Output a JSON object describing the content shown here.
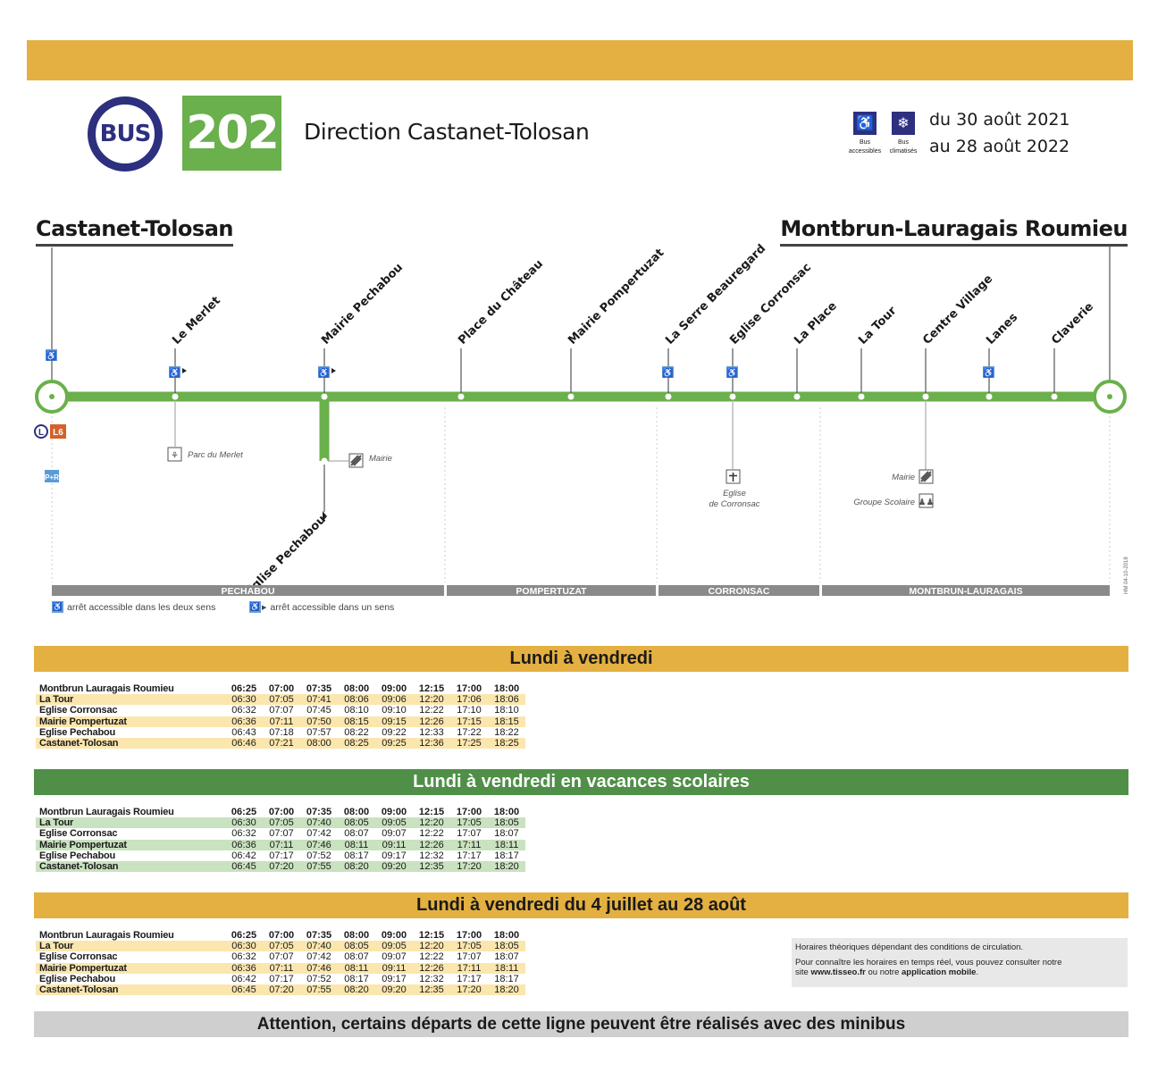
{
  "colors": {
    "accent_yellow": "#e4b041",
    "line_green": "#6ab04c",
    "band_green": "#4f8f47",
    "bus_blue": "#2d2f7f",
    "row_yellow": "#fbe6ae",
    "row_green": "#c9e2bf",
    "grey_bar": "#8a8a8a"
  },
  "header": {
    "bus_logo": "BUS",
    "line_number": "202",
    "direction": "Direction Castanet-Tolosan",
    "services": [
      {
        "icon": "wheelchair-icon",
        "label_1": "Bus",
        "label_2": "accessibles"
      },
      {
        "icon": "snowflake-icon",
        "label_1": "Bus",
        "label_2": "climatisés"
      }
    ],
    "validity_line_1": "du 30 août 2021",
    "validity_line_2": "au 28 août 2022"
  },
  "map": {
    "terminus_left": "Castanet-Tolosan",
    "terminus_right": "Montbrun-Lauragais Roumieu",
    "stops": [
      {
        "name": "Le Merlet",
        "access": "one"
      },
      {
        "name": "Mairie Pechabou",
        "access": "one"
      },
      {
        "name": "Place du Château",
        "access": "none"
      },
      {
        "name": "Mairie Pompertuzat",
        "access": "none"
      },
      {
        "name": "La Serre Beauregard",
        "access": "both"
      },
      {
        "name": "Eglise Corronsac",
        "access": "both"
      },
      {
        "name": "La Place",
        "access": "none"
      },
      {
        "name": "La Tour",
        "access": "none"
      },
      {
        "name": "Centre Village",
        "access": "none"
      },
      {
        "name": "Lanes",
        "access": "both"
      },
      {
        "name": "Claverie",
        "access": "none"
      }
    ],
    "branch_stop": "Eglise Pechabou",
    "connections": [
      "L",
      "L6"
    ],
    "park_ride": "P+R",
    "poi": {
      "parc_merlet": "Parc du Merlet",
      "mairie_pechabou": "Mairie",
      "eglise_corronsac": "Eglise de Corronsac",
      "mairie_montbrun": "Mairie",
      "groupe_scolaire": "Groupe Scolaire"
    },
    "communes": [
      "PECHABOU",
      "POMPERTUZAT",
      "CORRONSAC",
      "MONTBRUN-LAURAGAIS"
    ],
    "side_code": "HM 04-10-2018"
  },
  "legend": {
    "both_dirs": "arrêt accessible dans les deux sens",
    "one_dir": "arrêt accessible dans un sens"
  },
  "timetables": [
    {
      "title": "Lundi à vendredi",
      "style": "yellow",
      "header_stop": "Montbrun Lauragais Roumieu",
      "header_times": [
        "06:25",
        "07:00",
        "07:35",
        "08:00",
        "09:00",
        "12:15",
        "17:00",
        "18:00"
      ],
      "rows": [
        {
          "stop": "La Tour",
          "times": [
            "06:30",
            "07:05",
            "07:41",
            "08:06",
            "09:06",
            "12:20",
            "17:06",
            "18:06"
          ]
        },
        {
          "stop": "Eglise Corronsac",
          "times": [
            "06:32",
            "07:07",
            "07:45",
            "08:10",
            "09:10",
            "12:22",
            "17:10",
            "18:10"
          ]
        },
        {
          "stop": "Mairie Pompertuzat",
          "times": [
            "06:36",
            "07:11",
            "07:50",
            "08:15",
            "09:15",
            "12:26",
            "17:15",
            "18:15"
          ]
        },
        {
          "stop": "Eglise Pechabou",
          "times": [
            "06:43",
            "07:18",
            "07:57",
            "08:22",
            "09:22",
            "12:33",
            "17:22",
            "18:22"
          ]
        },
        {
          "stop": "Castanet-Tolosan",
          "times": [
            "06:46",
            "07:21",
            "08:00",
            "08:25",
            "09:25",
            "12:36",
            "17:25",
            "18:25"
          ]
        }
      ]
    },
    {
      "title": "Lundi à vendredi en vacances scolaires",
      "style": "green",
      "header_stop": "Montbrun Lauragais Roumieu",
      "header_times": [
        "06:25",
        "07:00",
        "07:35",
        "08:00",
        "09:00",
        "12:15",
        "17:00",
        "18:00"
      ],
      "rows": [
        {
          "stop": "La Tour",
          "times": [
            "06:30",
            "07:05",
            "07:40",
            "08:05",
            "09:05",
            "12:20",
            "17:05",
            "18:05"
          ]
        },
        {
          "stop": "Eglise Corronsac",
          "times": [
            "06:32",
            "07:07",
            "07:42",
            "08:07",
            "09:07",
            "12:22",
            "17:07",
            "18:07"
          ]
        },
        {
          "stop": "Mairie Pompertuzat",
          "times": [
            "06:36",
            "07:11",
            "07:46",
            "08:11",
            "09:11",
            "12:26",
            "17:11",
            "18:11"
          ]
        },
        {
          "stop": "Eglise Pechabou",
          "times": [
            "06:42",
            "07:17",
            "07:52",
            "08:17",
            "09:17",
            "12:32",
            "17:17",
            "18:17"
          ]
        },
        {
          "stop": "Castanet-Tolosan",
          "times": [
            "06:45",
            "07:20",
            "07:55",
            "08:20",
            "09:20",
            "12:35",
            "17:20",
            "18:20"
          ]
        }
      ]
    },
    {
      "title": "Lundi à vendredi du 4 juillet au 28 août",
      "style": "yellow",
      "header_stop": "Montbrun Lauragais Roumieu",
      "header_times": [
        "06:25",
        "07:00",
        "07:35",
        "08:00",
        "09:00",
        "12:15",
        "17:00",
        "18:00"
      ],
      "rows": [
        {
          "stop": "La Tour",
          "times": [
            "06:30",
            "07:05",
            "07:40",
            "08:05",
            "09:05",
            "12:20",
            "17:05",
            "18:05"
          ]
        },
        {
          "stop": "Eglise Corronsac",
          "times": [
            "06:32",
            "07:07",
            "07:42",
            "08:07",
            "09:07",
            "12:22",
            "17:07",
            "18:07"
          ]
        },
        {
          "stop": "Mairie Pompertuzat",
          "times": [
            "06:36",
            "07:11",
            "07:46",
            "08:11",
            "09:11",
            "12:26",
            "17:11",
            "18:11"
          ]
        },
        {
          "stop": "Eglise Pechabou",
          "times": [
            "06:42",
            "07:17",
            "07:52",
            "08:17",
            "09:17",
            "12:32",
            "17:17",
            "18:17"
          ]
        },
        {
          "stop": "Castanet-Tolosan",
          "times": [
            "06:45",
            "07:20",
            "07:55",
            "08:20",
            "09:20",
            "12:35",
            "17:20",
            "18:20"
          ]
        }
      ]
    }
  ],
  "info": {
    "line_1": "Horaires théoriques dépendant des conditions de circulation.",
    "line_2": "Pour connaître les horaires en temps réel, vous pouvez consulter notre",
    "line_3_pre": "site ",
    "site": "www.tisseo.fr",
    "line_3_mid": " ou notre ",
    "app": "application mobile",
    "line_3_post": "."
  },
  "warning": "Attention, certains départs de cette ligne peuvent être réalisés avec des minibus"
}
